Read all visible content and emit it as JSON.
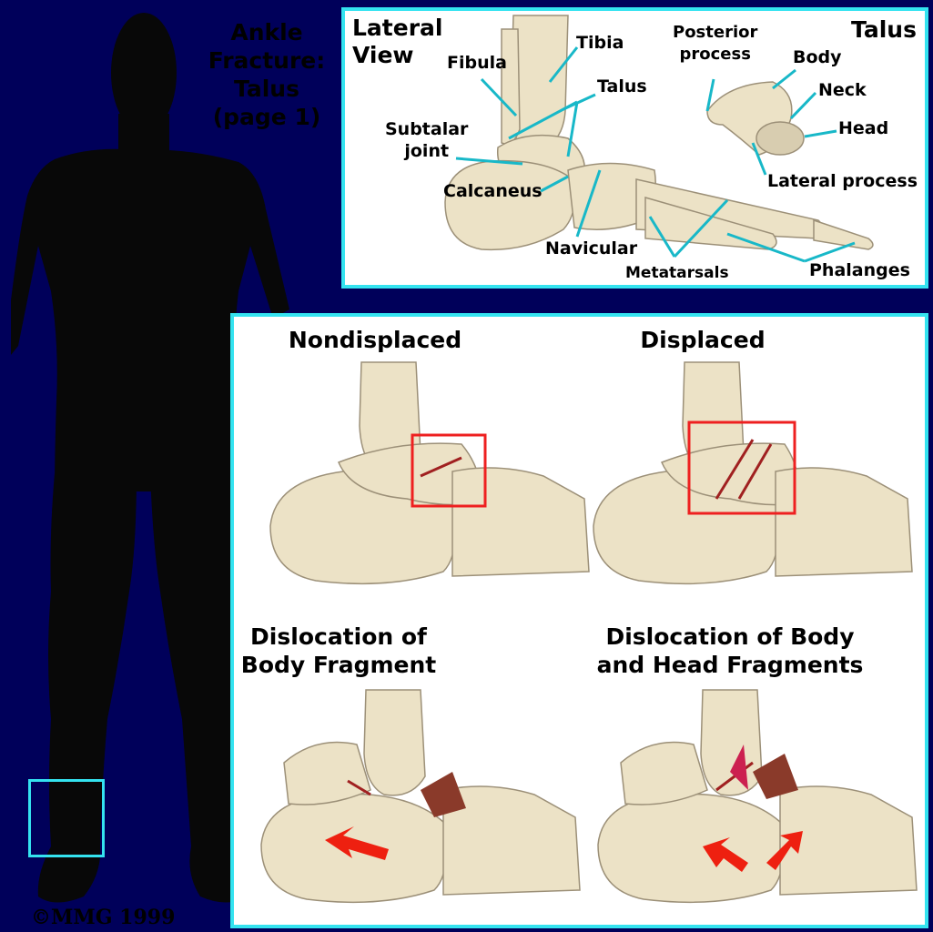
{
  "title": {
    "line1": "Ankle",
    "line2": "Fracture:",
    "line3": "Talus",
    "line4": "(page 1)"
  },
  "lateral_view": {
    "heading_line1": "Lateral",
    "heading_line2": "View",
    "labels": {
      "tibia": "Tibia",
      "fibula": "Fibula",
      "talus": "Talus",
      "subtalar_line1": "Subtalar",
      "subtalar_line2": "joint",
      "calcaneus": "Calcaneus",
      "navicular": "Navicular",
      "metatarsals": "Metatarsals",
      "phalanges": "Phalanges"
    }
  },
  "talus_detail": {
    "heading": "Talus",
    "labels": {
      "posterior_line1": "Posterior",
      "posterior_line2": "process",
      "body": "Body",
      "neck": "Neck",
      "head": "Head",
      "lateral_process": "Lateral process"
    }
  },
  "fracture_types": {
    "nondisplaced": "Nondisplaced",
    "displaced": "Displaced",
    "dislocation_body_line1": "Dislocation of",
    "dislocation_body_line2": "Body Fragment",
    "dislocation_both_line1": "Dislocation of Body",
    "dislocation_both_line2": "and Head Fragments"
  },
  "copyright": "©MMG 1999",
  "colors": {
    "background": "#00005a",
    "panel_border": "#34e3f0",
    "leader_lines": "#18b8c8",
    "bone": "#ece2c6",
    "highlight": "#ee2020",
    "silhouette": "#080808"
  }
}
